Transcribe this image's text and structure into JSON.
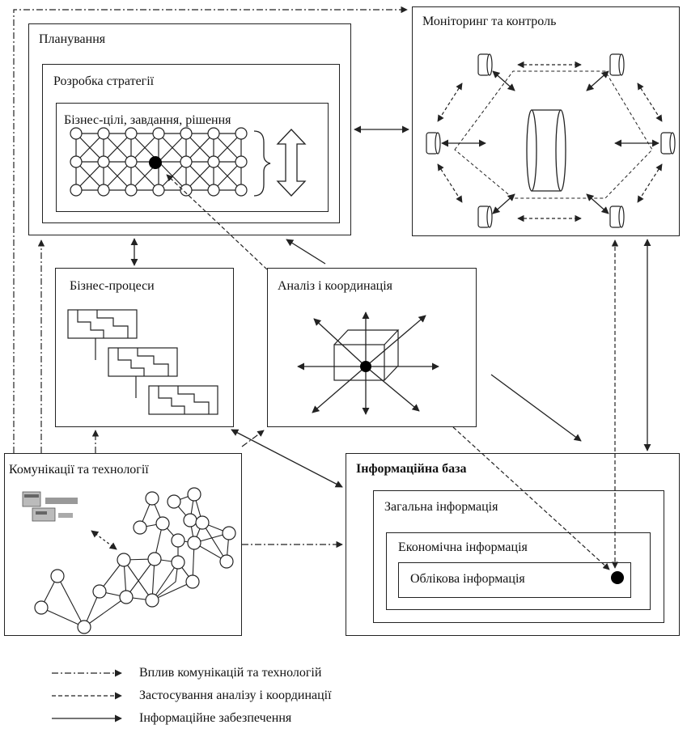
{
  "blocks": {
    "planning": "Планування",
    "strategy": "Розробка стратегії",
    "goals": "Бізнес-цілі, завдання, рішення",
    "monitoring": "Моніторинг та контроль",
    "processes": "Бізнес-процеси",
    "analysis": "Аналіз і координація",
    "communications": "Комунікації та технології",
    "info_base": "Інформаційна база",
    "general_info": "Загальна інформація",
    "economic_info": "Економічна інформація",
    "accounting_info": "Облікова інформація"
  },
  "legend": [
    {
      "style": "dash-dot",
      "label": "Вплив комунікацій та технологій"
    },
    {
      "style": "dashed",
      "label": "Застосування аналізу і координації"
    },
    {
      "style": "solid",
      "label": "Інформаційне забезпечення"
    }
  ],
  "colors": {
    "line": "#222222",
    "node_fill": "#ffffff",
    "highlight_node": "#000000"
  }
}
